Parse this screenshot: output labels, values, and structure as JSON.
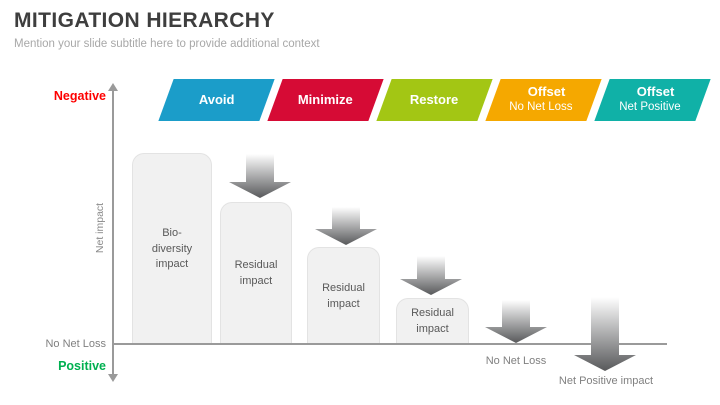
{
  "slide": {
    "title": "MITIGATION HIERARCHY",
    "subtitle": "Mention your slide subtitle here to provide additional context"
  },
  "banners": [
    {
      "label": "Avoid",
      "color": "#1b9dc9"
    },
    {
      "label": "Minimize",
      "color": "#d60b35"
    },
    {
      "label": "Restore",
      "color": "#a3c614"
    },
    {
      "label": "Offset",
      "sublabel": "No Net Loss",
      "color": "#f5a800"
    },
    {
      "label": "Offset",
      "sublabel": "Net Positive",
      "color": "#10b1a7"
    }
  ],
  "diagram": {
    "axis": {
      "negative_label": "Negative",
      "positive_label": "Positive",
      "axis_title": "Net impact",
      "no_net_loss_label": "No Net Loss",
      "negative_color": "#fe0000",
      "positive_color": "#00b050",
      "axis_color": "#9a9a9a"
    },
    "bars": [
      {
        "label": "Bio-\ndiversity\nimpact"
      },
      {
        "label": "Residual\nimpact"
      },
      {
        "label": "Residual\nimpact"
      },
      {
        "label": "Residual\nimpact"
      }
    ],
    "bottom_labels": {
      "no_net_loss": "No Net Loss",
      "net_positive": "Net Positive impact"
    },
    "bar_fill_color": "#f1f1f1",
    "arrow_gradient_end_color": "#58595b"
  }
}
